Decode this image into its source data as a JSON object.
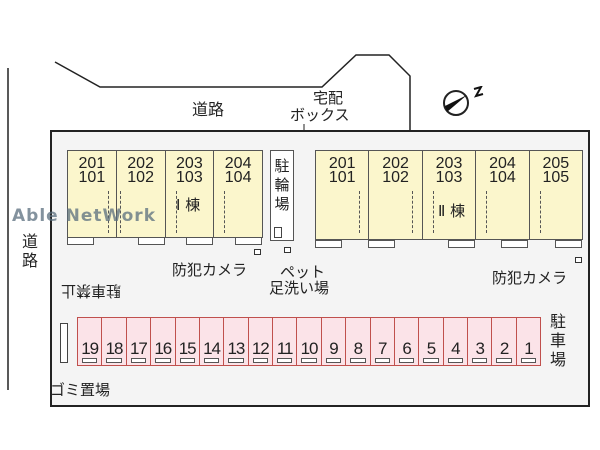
{
  "roads": {
    "top_label": "道路",
    "left_label": "道路"
  },
  "compass": {
    "icon": "north-arrow-icon",
    "label": "N"
  },
  "delivery_box": {
    "line1": "宅配",
    "line2": "ボックス"
  },
  "watermark": "Able NetWork",
  "building_1": {
    "name": "Ⅰ 棟",
    "units": [
      {
        "upper": "201",
        "lower": "101"
      },
      {
        "upper": "202",
        "lower": "102"
      },
      {
        "upper": "203",
        "lower": "103"
      },
      {
        "upper": "204",
        "lower": "104"
      }
    ]
  },
  "building_2": {
    "name": "Ⅱ 棟",
    "units": [
      {
        "upper": "201",
        "lower": "101"
      },
      {
        "upper": "202",
        "lower": "102"
      },
      {
        "upper": "203",
        "lower": "103"
      },
      {
        "upper": "204",
        "lower": "104"
      },
      {
        "upper": "205",
        "lower": "105"
      }
    ]
  },
  "bicycle_parking": {
    "label": "駐輪場"
  },
  "security_camera_1": {
    "label": "防犯カメラ"
  },
  "security_camera_2": {
    "label": "防犯カメラ"
  },
  "pet_wash": {
    "line1": "ペット",
    "line2": "足洗い場"
  },
  "no_parking": {
    "label": "駐車禁止"
  },
  "parking": {
    "label": "駐車場",
    "spaces": [
      "19",
      "18",
      "17",
      "16",
      "15",
      "14",
      "13",
      "12",
      "11",
      "10",
      "9",
      "8",
      "7",
      "6",
      "5",
      "4",
      "3",
      "2",
      "1"
    ]
  },
  "garbage": {
    "label": "ゴミ置場"
  },
  "colors": {
    "building_fill": "#fbf6cc",
    "parking_fill": "#fbe3e8",
    "parking_border": "#c0504d",
    "site_fill": "#f4f4f4"
  }
}
